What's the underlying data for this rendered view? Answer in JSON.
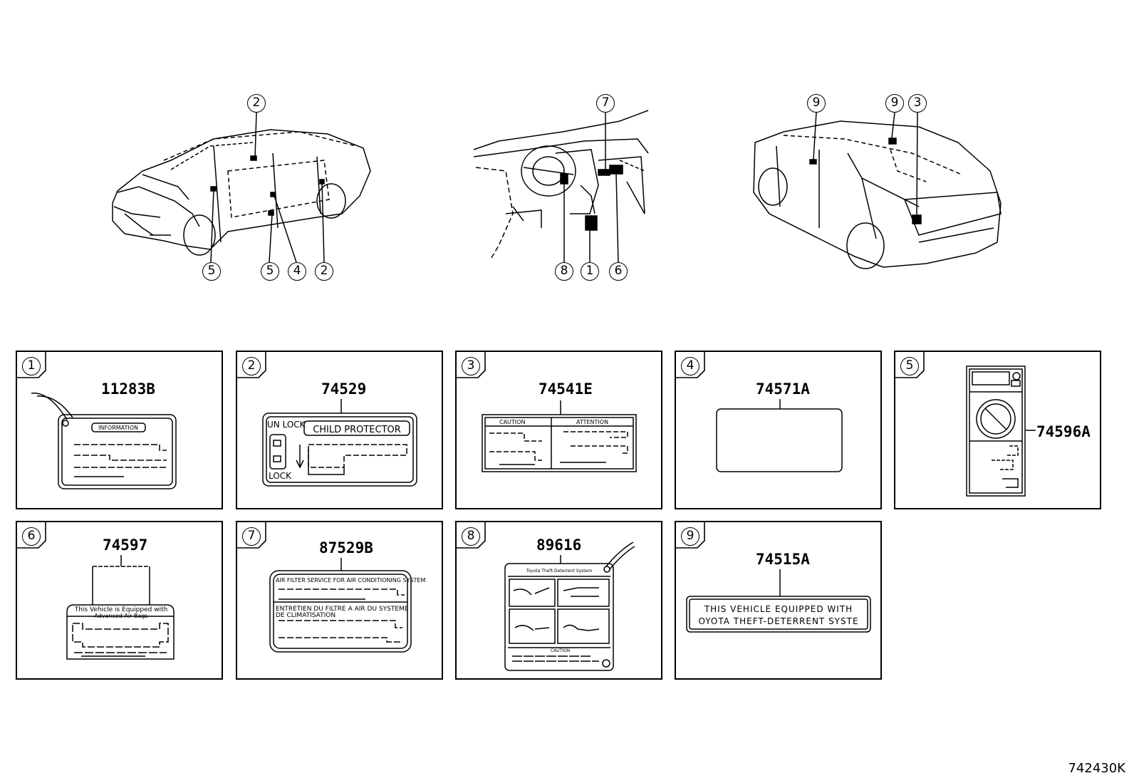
{
  "figure_code": "742430K",
  "top_callouts": {
    "car_front": [
      "2",
      "5",
      "5",
      "4",
      "2"
    ],
    "dashboard": [
      "7",
      "8",
      "1",
      "6"
    ],
    "car_rear": [
      "9",
      "9",
      "3"
    ]
  },
  "panels": [
    {
      "index": "1",
      "part_number": "11283B",
      "label_text": "INFORMATION"
    },
    {
      "index": "2",
      "part_number": "74529",
      "label_text": "CHILD PROTECTOR",
      "unlock": "UN LOCK",
      "lock": "LOCK"
    },
    {
      "index": "3",
      "part_number": "74541E",
      "caution": "CAUTION",
      "attention": "ATTENTION"
    },
    {
      "index": "4",
      "part_number": "74571A"
    },
    {
      "index": "5",
      "part_number": "74596A"
    },
    {
      "index": "6",
      "part_number": "74597",
      "line1": "This Vehicle is Equipped with",
      "line2": "Advanced Air Bags"
    },
    {
      "index": "7",
      "part_number": "87529B",
      "line1": "AIR FILTER SERVICE FOR AIR CONDITIONING SYSTEM",
      "line2": "ENTRETIEN DU FILTRE A AIR DU SYSTEME",
      "line3": "DE CLIMATISATION"
    },
    {
      "index": "8",
      "part_number": "89616",
      "caution": "CAUTION"
    },
    {
      "index": "9",
      "part_number": "74515A",
      "line1": "THIS VEHICLE EQUIPPED WITH",
      "line2": "OYOTA THEFT-DETERRENT SYSTE"
    }
  ]
}
